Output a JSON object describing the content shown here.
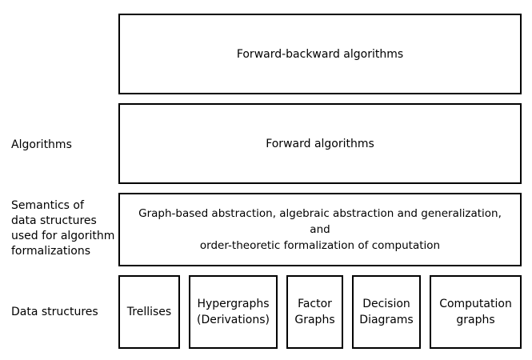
{
  "rows": {
    "algorithms_label": "Algorithms",
    "semantics_label_lines": [
      "Semantics of",
      "data structures",
      "used for algorithm",
      "formalizations"
    ],
    "data_structures_label": "Data structures"
  },
  "boxes": {
    "forward_backward": "Forward-backward algorithms",
    "forward": "Forward algorithms",
    "semantics_lines": [
      "Graph-based abstraction, algebraic abstraction and generalization, and",
      "order-theoretic formalization of computation"
    ]
  },
  "data_structures": [
    {
      "lines": [
        "Trellises"
      ]
    },
    {
      "lines": [
        "Hypergraphs",
        "(Derivations)"
      ]
    },
    {
      "lines": [
        "Factor",
        "Graphs"
      ]
    },
    {
      "lines": [
        "Decision",
        "Diagrams"
      ]
    },
    {
      "lines": [
        "Computation",
        "graphs"
      ]
    }
  ],
  "colors": {
    "border": "#000000",
    "background": "#ffffff",
    "text": "#000000"
  }
}
